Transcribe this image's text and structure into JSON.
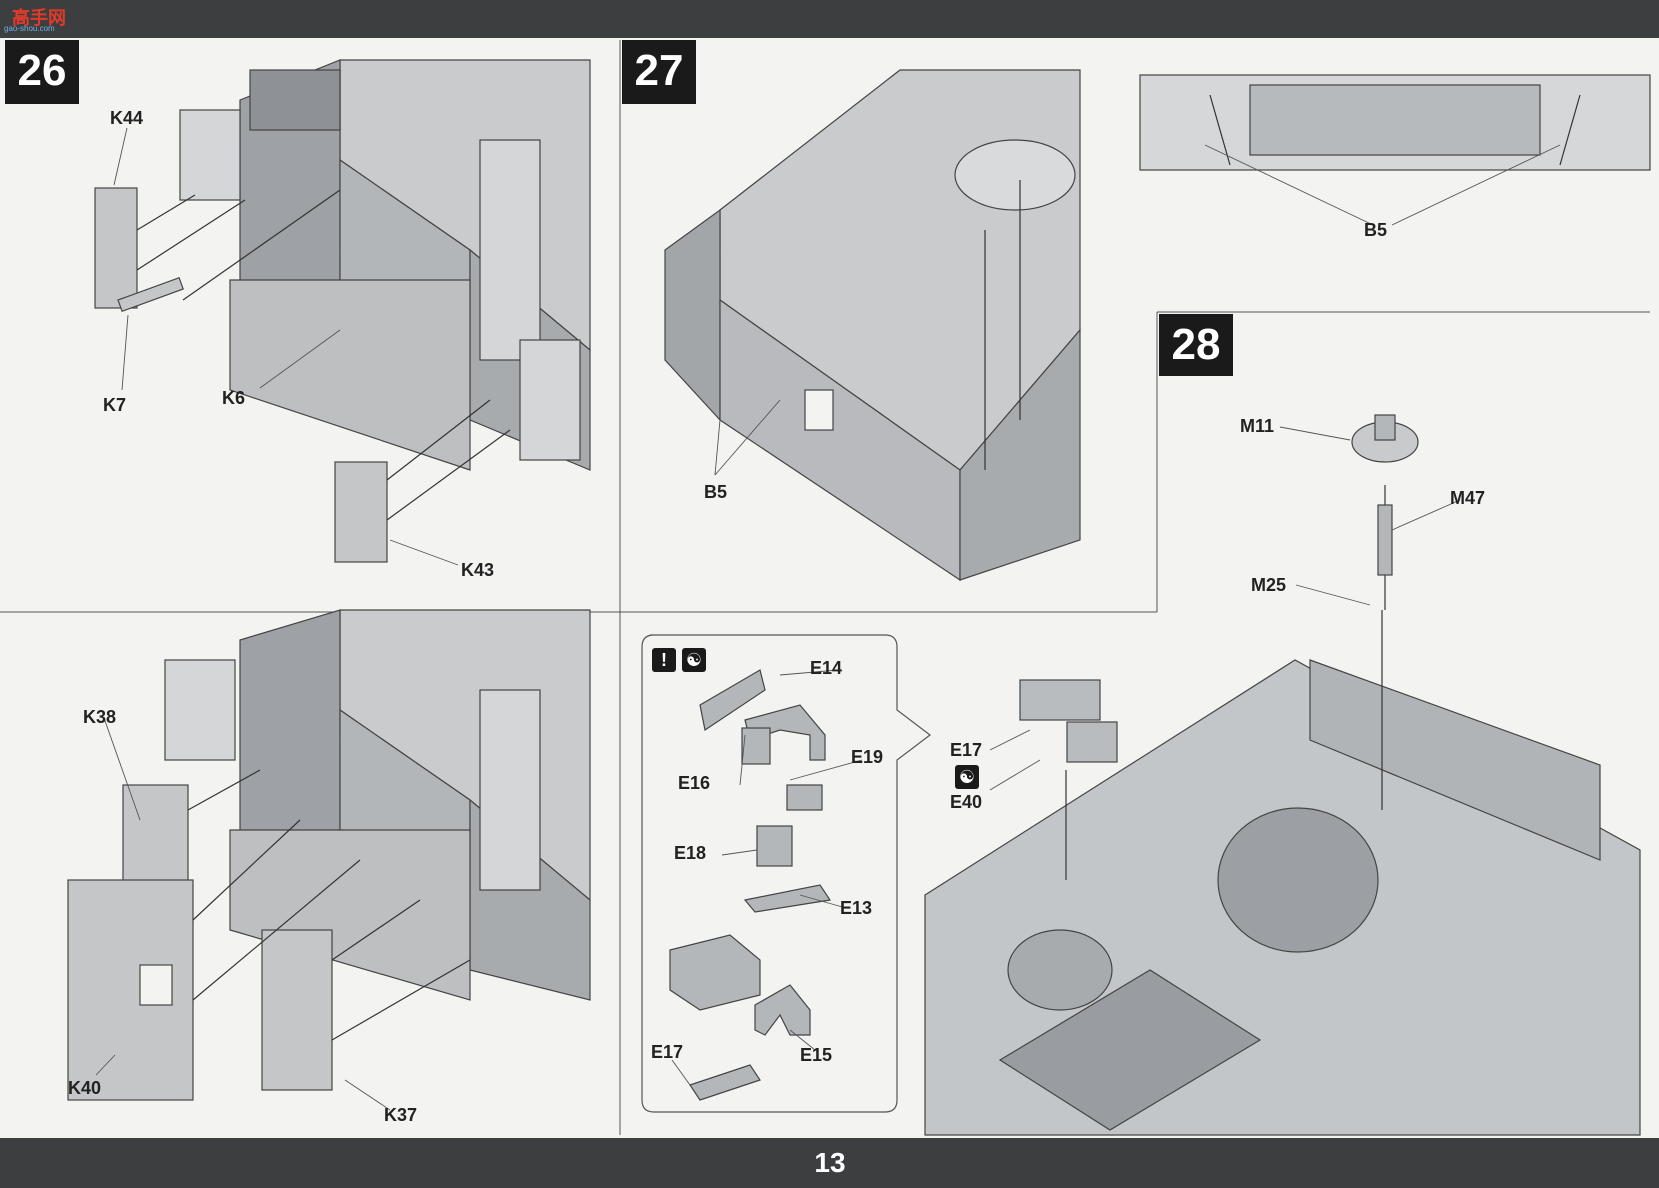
{
  "header": {
    "logo_text": "高手网",
    "logo_sub": "gao-shou.com"
  },
  "page": {
    "number": "13"
  },
  "steps": [
    {
      "id": "26",
      "label": "26"
    },
    {
      "id": "27",
      "label": "27"
    },
    {
      "id": "28",
      "label": "28"
    }
  ],
  "callouts": {
    "k44": "K44",
    "k7": "K7",
    "k6": "K6",
    "k43": "K43",
    "k38": "K38",
    "k40": "K40",
    "k37": "K37",
    "b5_a": "B5",
    "b5_b": "B5",
    "m11": "M11",
    "m47": "M47",
    "m25": "M25",
    "e17_a": "E17",
    "e40": "E40",
    "e14": "E14",
    "e16": "E16",
    "e19": "E19",
    "e18": "E18",
    "e13": "E13",
    "e17_b": "E17",
    "e15": "E15"
  },
  "icons": {
    "warning": "exclamation-icon",
    "optional": "yin-yang-icon"
  },
  "colors": {
    "band": "#3d3e40",
    "paper": "#f3f3f1",
    "part": "#b9bcbf",
    "line": "#444"
  }
}
